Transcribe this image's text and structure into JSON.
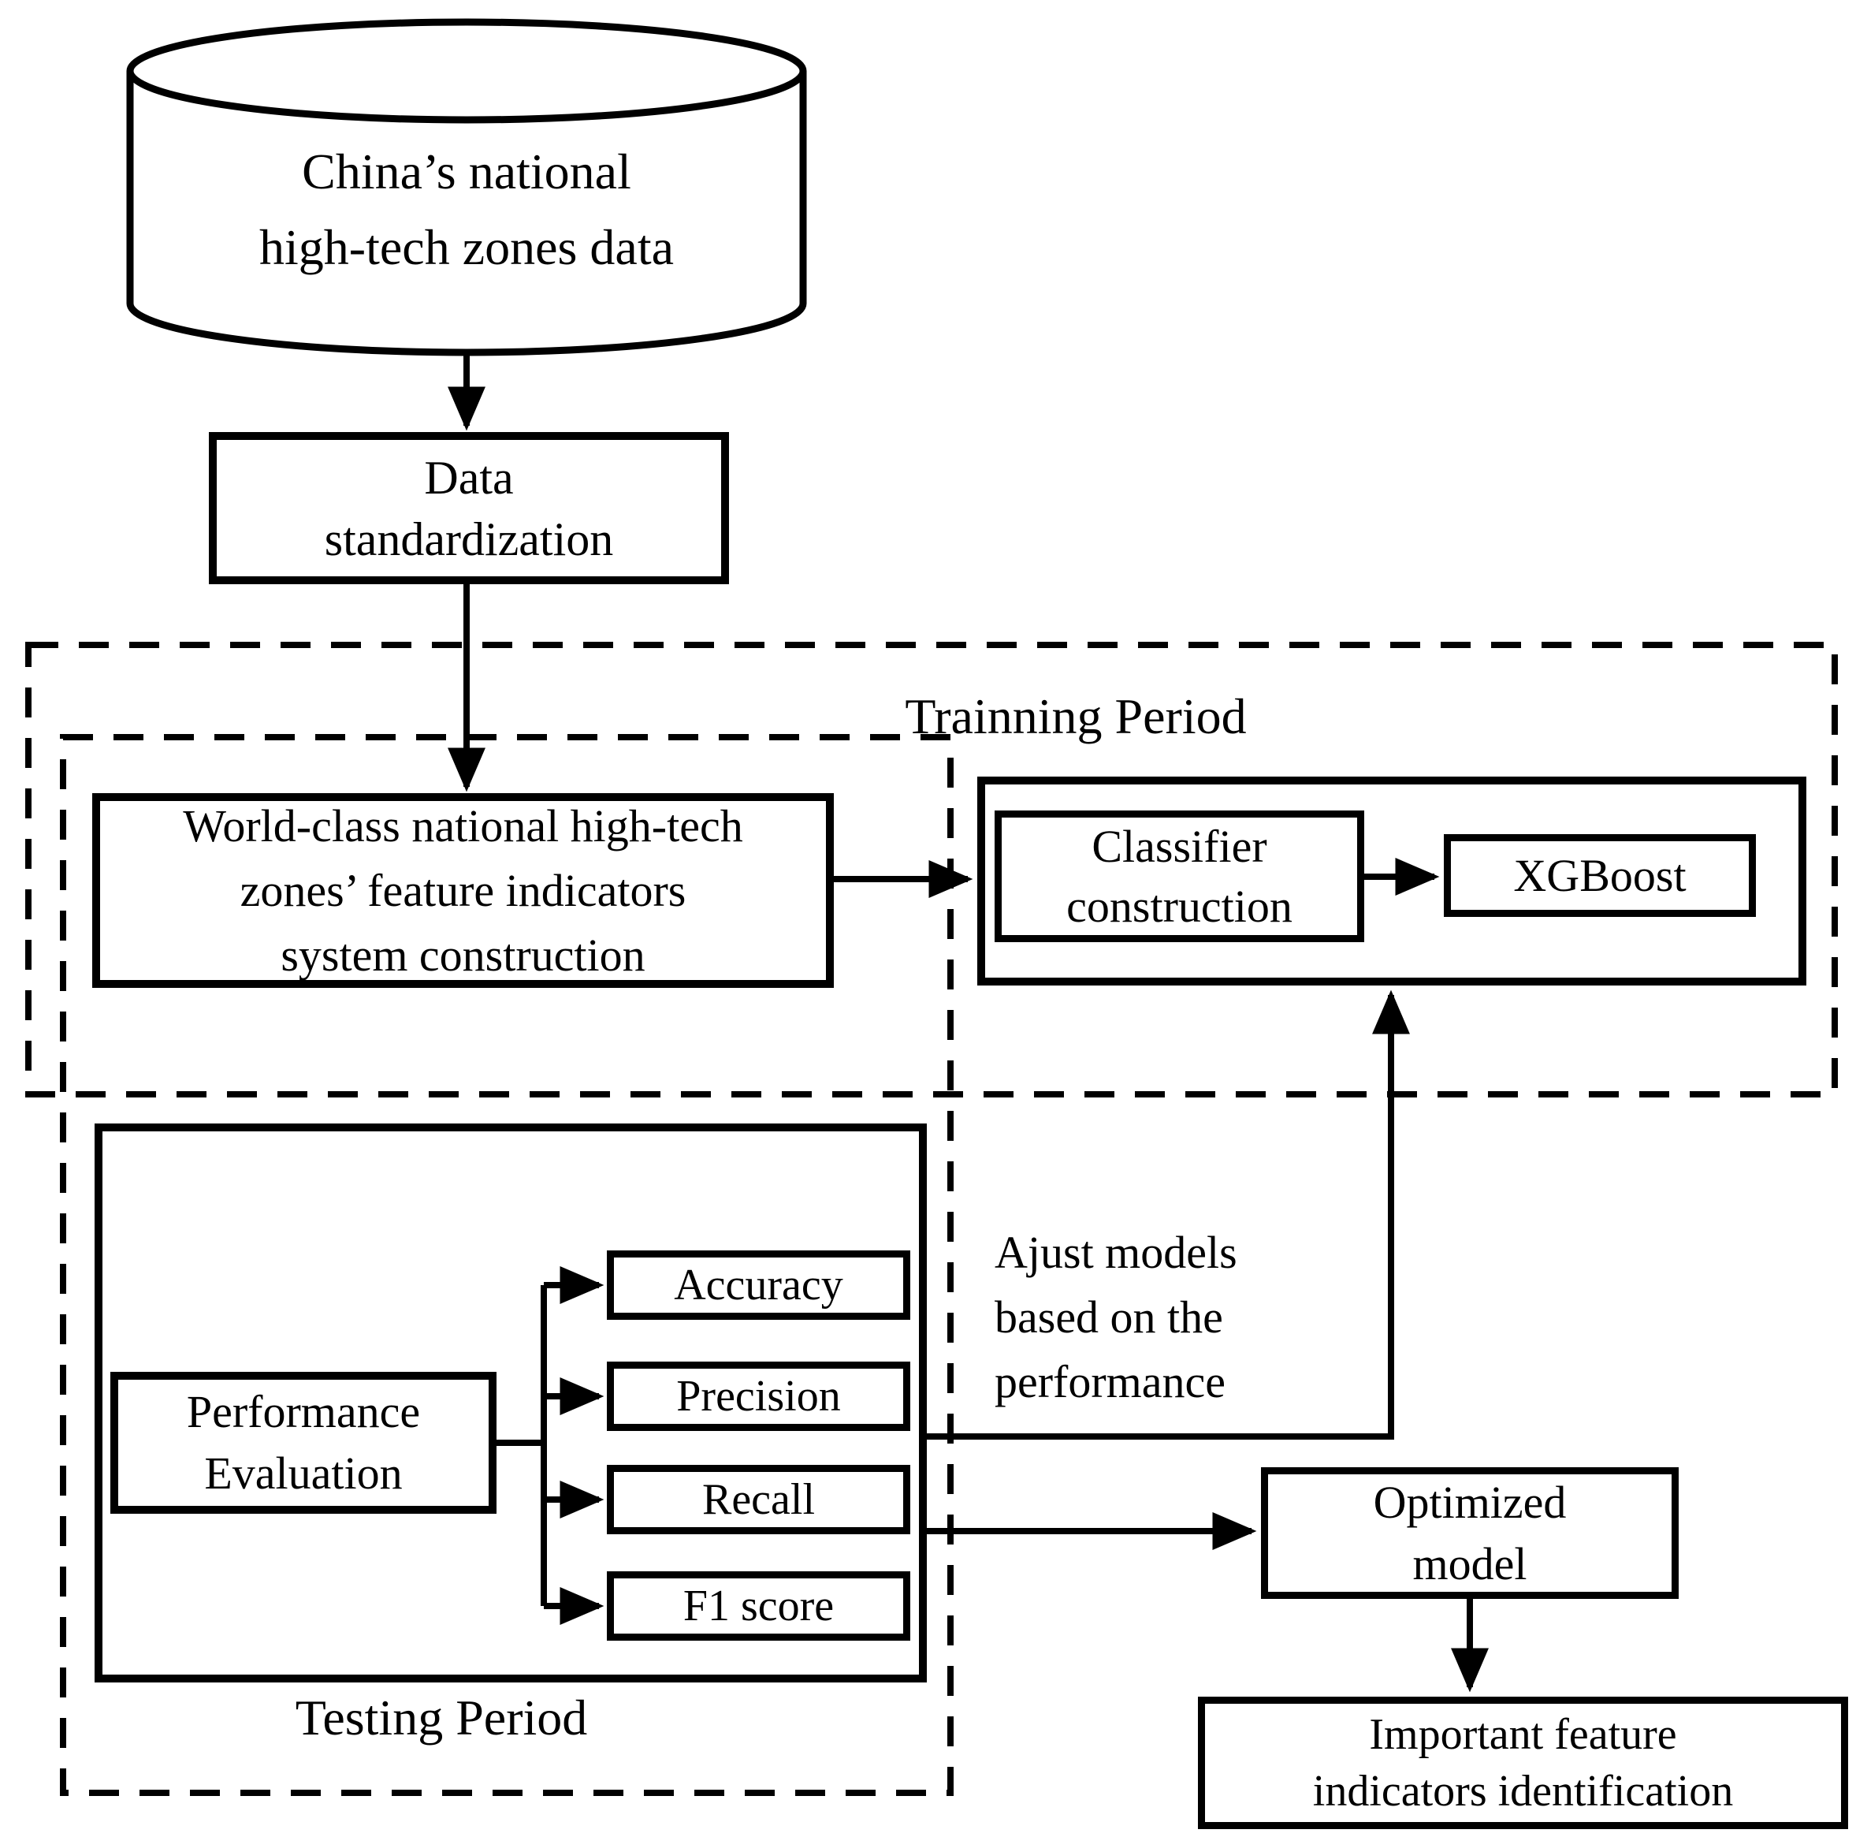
{
  "diagram": {
    "database": "China’s national\nhigh-tech zones data",
    "data_standardization": "Data\nstandardization",
    "training_label": "Trainning Period",
    "feature_system": "World-class national high-tech\nzones’ feature indicators\nsystem construction",
    "classifier": "Classifier\nconstruction",
    "xgboost": "XGBoost",
    "performance": "Performance\nEvaluation",
    "metrics": [
      "Accuracy",
      "Precision",
      "Recall",
      "F1 score"
    ],
    "adjust_note": "Ajust models\nbased on the\nperformance",
    "testing_label": "Testing Period",
    "optimized": "Optimized\nmodel",
    "identification": "Important feature\nindicators identification",
    "colors": {
      "ink": "#000000",
      "background": "#ffffff"
    }
  }
}
